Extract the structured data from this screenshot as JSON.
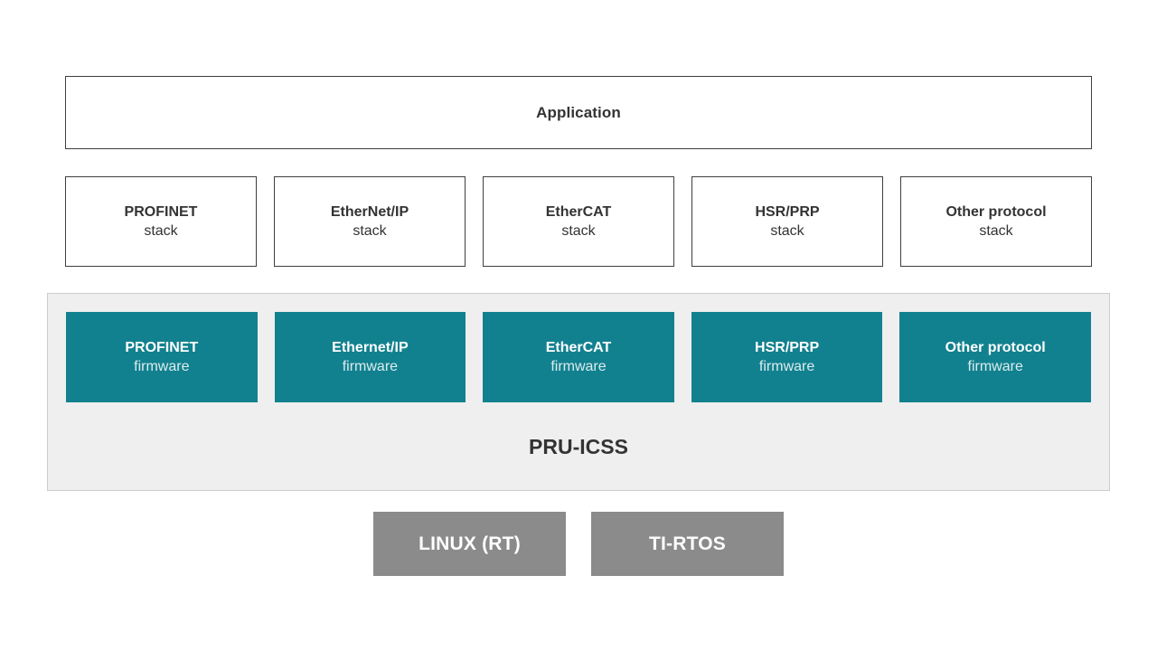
{
  "diagram": {
    "application": {
      "label": "Application"
    },
    "stack_row": [
      {
        "name": "PROFINET",
        "sub": "stack"
      },
      {
        "name": "EtherNet/IP",
        "sub": "stack"
      },
      {
        "name": "EtherCAT",
        "sub": "stack"
      },
      {
        "name": "HSR/PRP",
        "sub": "stack"
      },
      {
        "name": "Other protocol",
        "sub": "stack"
      }
    ],
    "pru_icss": {
      "label": "PRU-ICSS",
      "firmware_row": [
        {
          "name": "PROFINET",
          "sub": "firmware"
        },
        {
          "name": "Ethernet/IP",
          "sub": "firmware"
        },
        {
          "name": "EtherCAT",
          "sub": "firmware"
        },
        {
          "name": "HSR/PRP",
          "sub": "firmware"
        },
        {
          "name": "Other protocol",
          "sub": "firmware"
        }
      ]
    },
    "os_row": [
      {
        "label": "LINUX (RT)"
      },
      {
        "label": "TI-RTOS"
      }
    ],
    "colors": {
      "firmware_box": "#12818F",
      "os_box": "#8B8B8B",
      "pru_container_bg": "#EFEFEF",
      "pru_container_border": "#CCCCCC",
      "box_border": "#3F3F3F",
      "text": "#333333"
    }
  }
}
